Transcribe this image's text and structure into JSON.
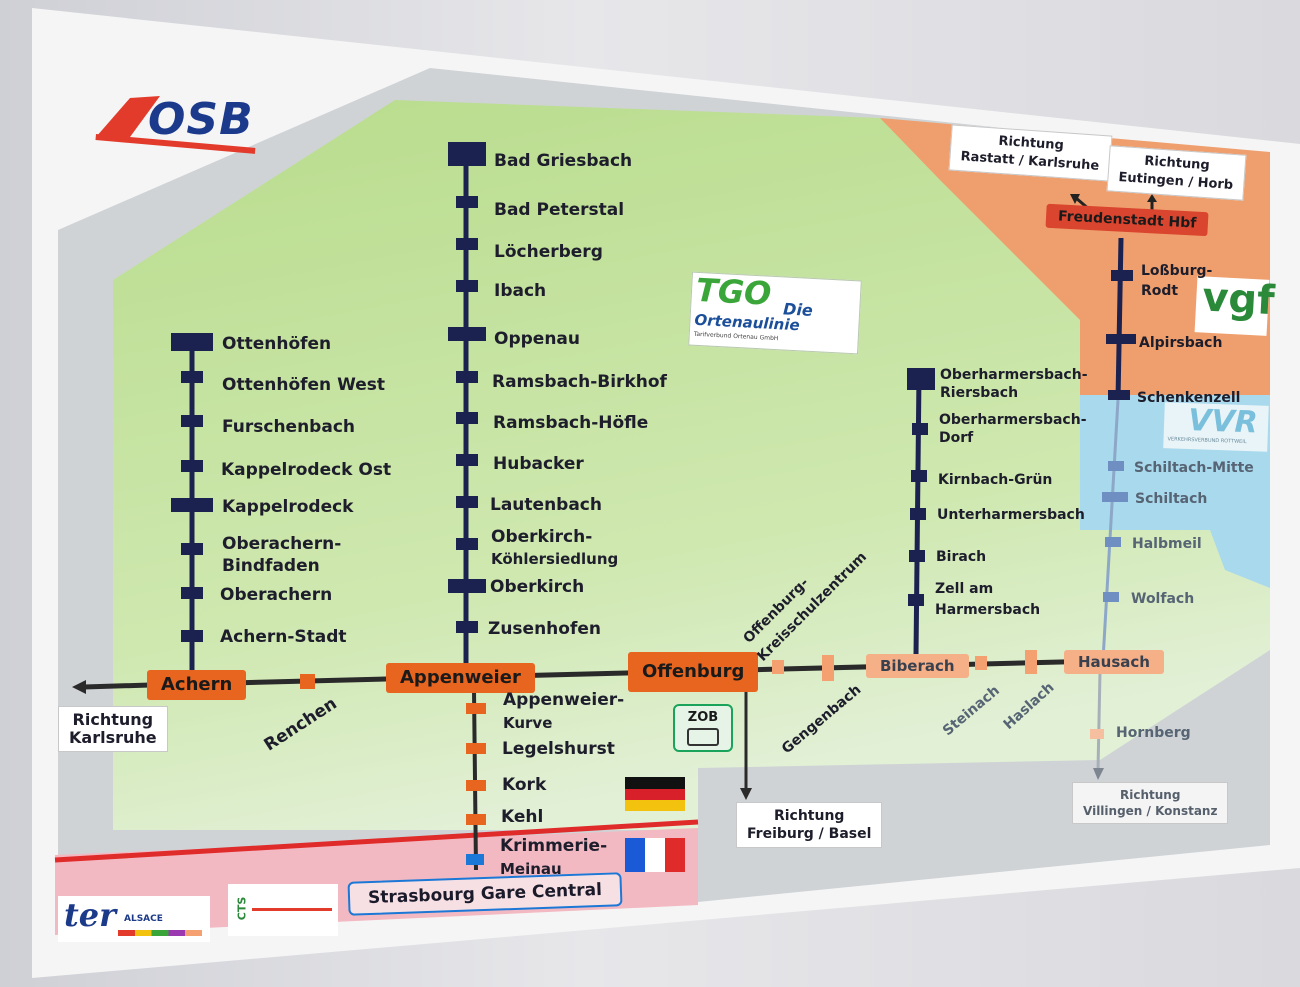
{
  "logos": {
    "osb": "OSB",
    "tgo_main": "TGO",
    "tgo_die": "Die",
    "tgo_name": "Ortenaulinie",
    "tgo_sub": "Tarifverbund Ortenau GmbH",
    "vgf": "vgf",
    "vvr": "VVR",
    "vvr_sub": "VERKEHRSVERBUND ROTTWEIL",
    "ter": "ter",
    "ter_region": "ALSACE",
    "cts": "CTS"
  },
  "hubs": {
    "achern": "Achern",
    "appenweier": "Appenweier",
    "offenburg": "Offenburg",
    "biberach": "Biberach",
    "hausach": "Hausach",
    "freudenstadt": "Freudenstadt Hbf",
    "zob": "ZOB",
    "strasbourg": "Strasbourg Gare Central"
  },
  "directions": {
    "karlsruhe_west": [
      "Richtung",
      "Karlsruhe"
    ],
    "rastatt": [
      "Richtung",
      "Rastatt / Karlsruhe"
    ],
    "eutingen": [
      "Richtung",
      "Eutingen / Horb"
    ],
    "freiburg": [
      "Richtung",
      "Freiburg / Basel"
    ],
    "villingen": [
      "Richtung",
      "Villingen / Konstanz"
    ]
  },
  "lines": {
    "ottenhoefen": [
      "Ottenhöfen",
      "Ottenhöfen West",
      "Furschenbach",
      "Kappelrodeck Ost",
      "Kappelrodeck",
      "Oberachern-",
      "Bindfaden",
      "Oberachern",
      "Achern-Stadt"
    ],
    "griesbach": [
      "Bad Griesbach",
      "Bad Peterstal",
      "Löcherberg",
      "Ibach",
      "Oppenau",
      "Ramsbach-Birkhof",
      "Ramsbach-Höfle",
      "Hubacker",
      "Lautenbach",
      "Oberkirch-",
      "Köhlersiedlung",
      "Oberkirch",
      "Zusenhofen"
    ],
    "harmersbach": [
      "Oberharmersbach-",
      "Riersbach",
      "Oberharmersbach-",
      "Dorf",
      "Kirnbach-Grün",
      "Unterharmersbach",
      "Birach",
      "Zell am",
      "Harmersbach"
    ],
    "kinzig_north": [
      "Loßburg-",
      "Rodt",
      "Alpirsbach",
      "Schenkenzell",
      "Schiltach-Mitte",
      "Schiltach",
      "Halbmeil",
      "Wolfach"
    ],
    "rhine": [
      "Appenweier-",
      "Kurve",
      "Legelshurst",
      "Kork",
      "Kehl",
      "Krimmerie-",
      "Meinau"
    ],
    "main_line": [
      "Renchen",
      "Offenburg-",
      "Kreisschulzentrum",
      "Gengenbach",
      "Steinach",
      "Haslach",
      "Hornberg"
    ]
  },
  "colors": {
    "green_zone": "#a8d37c",
    "orange_zone": "#f0a070",
    "blue_zone": "#a9d9ec",
    "line_dark": "#1c2250",
    "line_main": "#2a2a2a",
    "hub_orange": "#e8651f",
    "france_zone": "#f3b9c2",
    "border_red": "#e02b2b"
  }
}
